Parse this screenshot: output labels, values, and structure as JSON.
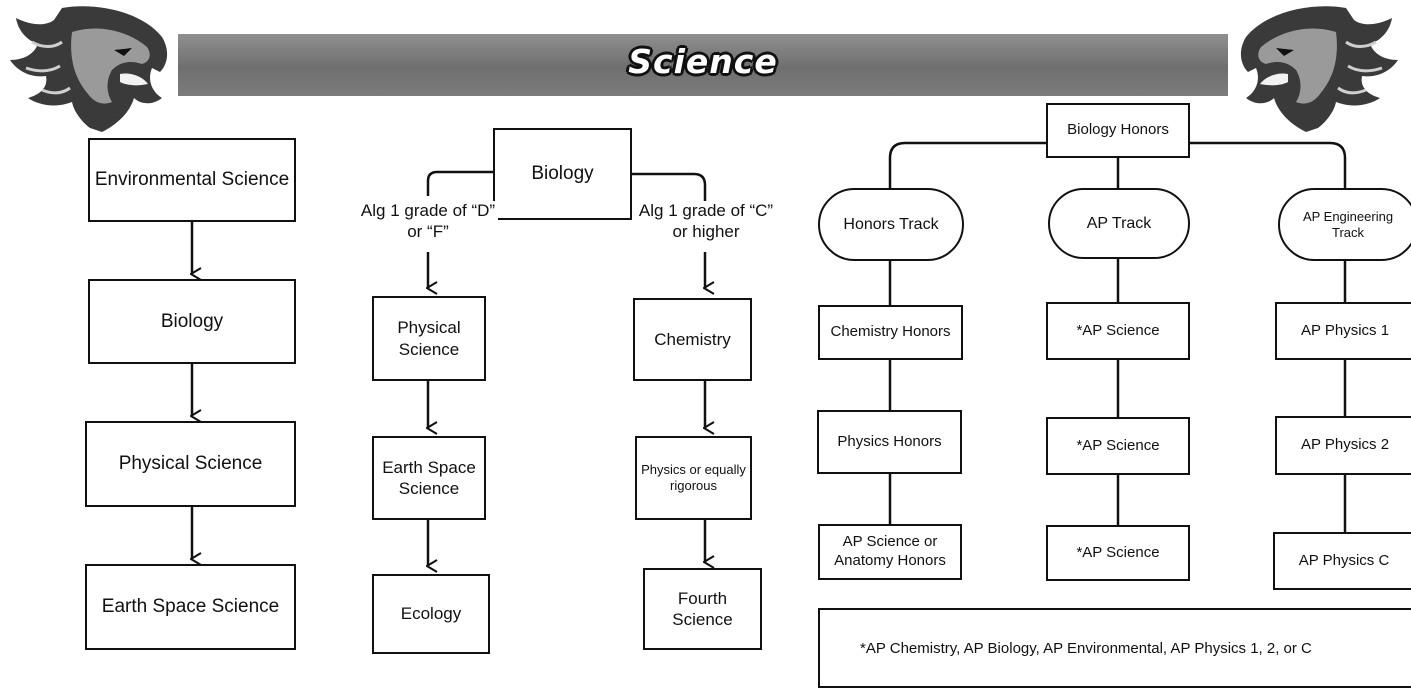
{
  "header": {
    "title": "Science"
  },
  "column1": {
    "items": [
      "Environmental Science",
      "Biology",
      "Physical Science",
      "Earth Space Science"
    ]
  },
  "column2": {
    "top": "Biology",
    "left_condition": "Alg 1 grade of “D” or “F”",
    "right_condition": "Alg 1 grade of “C” or higher",
    "left_path": [
      "Physical Science",
      "Earth Space Science",
      "Ecology"
    ],
    "right_path": [
      "Chemistry",
      "Physics or equally rigorous",
      "Fourth Science"
    ]
  },
  "column3": {
    "top": "Biology Honors",
    "tracks": [
      {
        "name": "Honors Track",
        "courses": [
          "Chemistry Honors",
          "Physics Honors",
          "AP Science or Anatomy Honors"
        ]
      },
      {
        "name": "AP Track",
        "courses": [
          "*AP Science",
          "*AP Science",
          "*AP Science"
        ]
      },
      {
        "name": "AP Engineering Track",
        "courses": [
          "AP Physics 1",
          "AP Physics 2",
          "AP Physics C"
        ]
      }
    ],
    "footnote": "*AP Chemistry, AP Biology, AP Environmental, AP Physics 1, 2, or C"
  },
  "icons": {
    "left_logo": "lion-head-icon",
    "right_logo": "lion-head-icon"
  }
}
